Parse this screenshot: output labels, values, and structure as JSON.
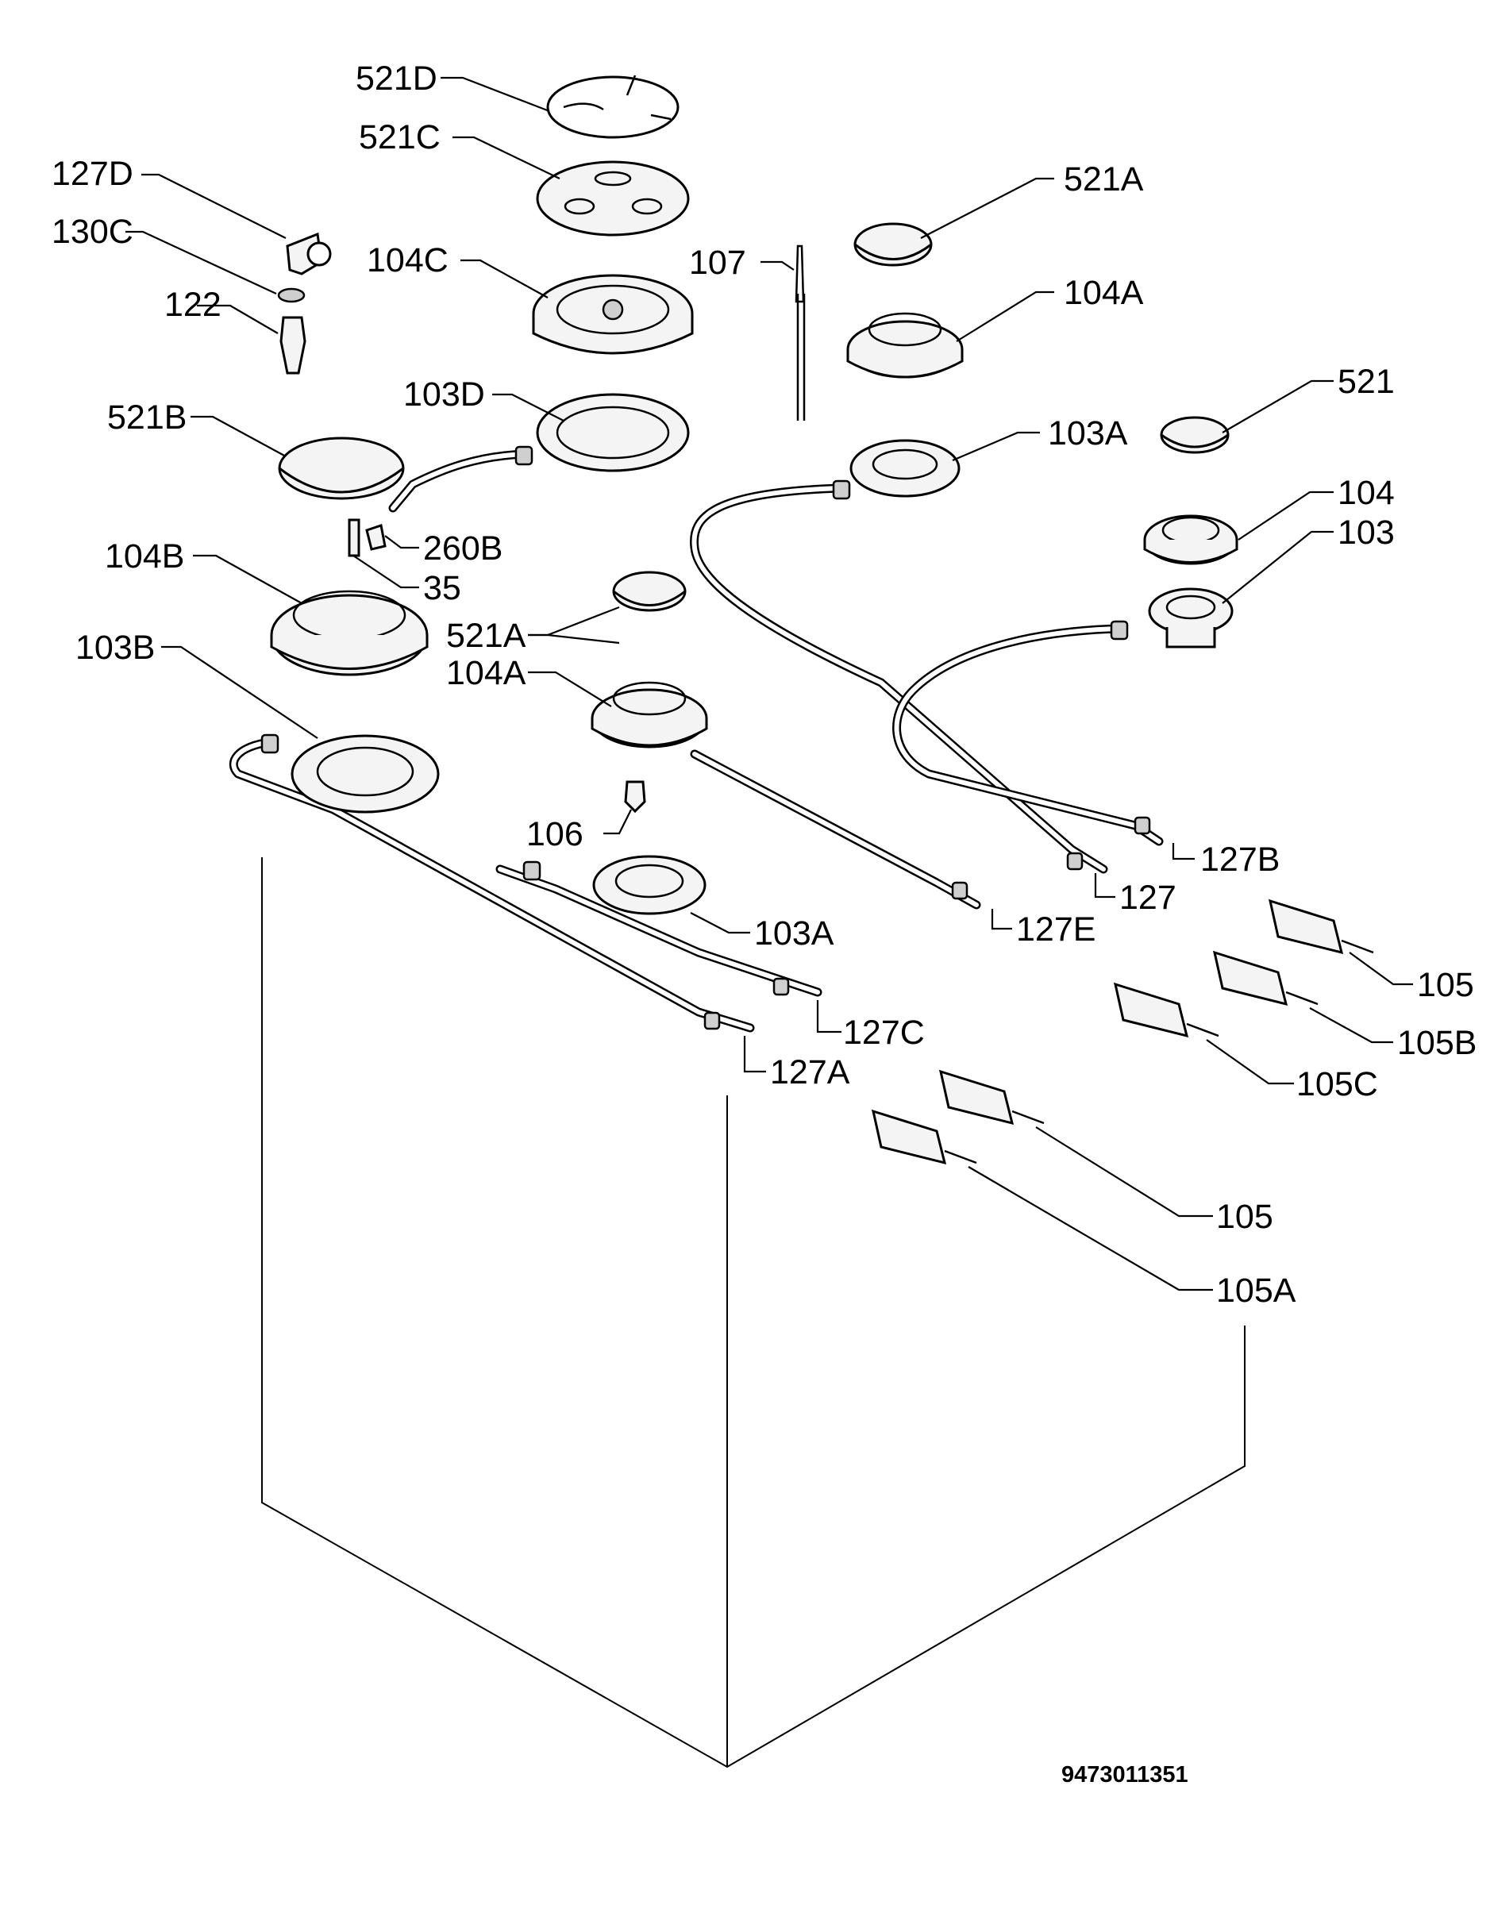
{
  "labels": {
    "l521d": "521D",
    "l521c": "521C",
    "l127d": "127D",
    "l130c": "130C",
    "l104c": "104C",
    "l122": "122",
    "l107": "107",
    "l521a_top": "521A",
    "l104a_top": "104A",
    "l103d": "103D",
    "l521b": "521B",
    "l521": "521",
    "l103a_top": "103A",
    "l104": "104",
    "l103": "103",
    "l260b": "260B",
    "l104b": "104B",
    "l35": "35",
    "l521a_mid": "521A",
    "l104a_mid": "104A",
    "l103b": "103B",
    "l127b": "127B",
    "l106": "106",
    "l127": "127",
    "l127e": "127E",
    "l103a_bot": "103A",
    "l105_top": "105",
    "l127c": "127C",
    "l105b": "105B",
    "l127a": "127A",
    "l105c": "105C",
    "l105_bot": "105",
    "l105a": "105A"
  },
  "doc_number": "9473011351"
}
